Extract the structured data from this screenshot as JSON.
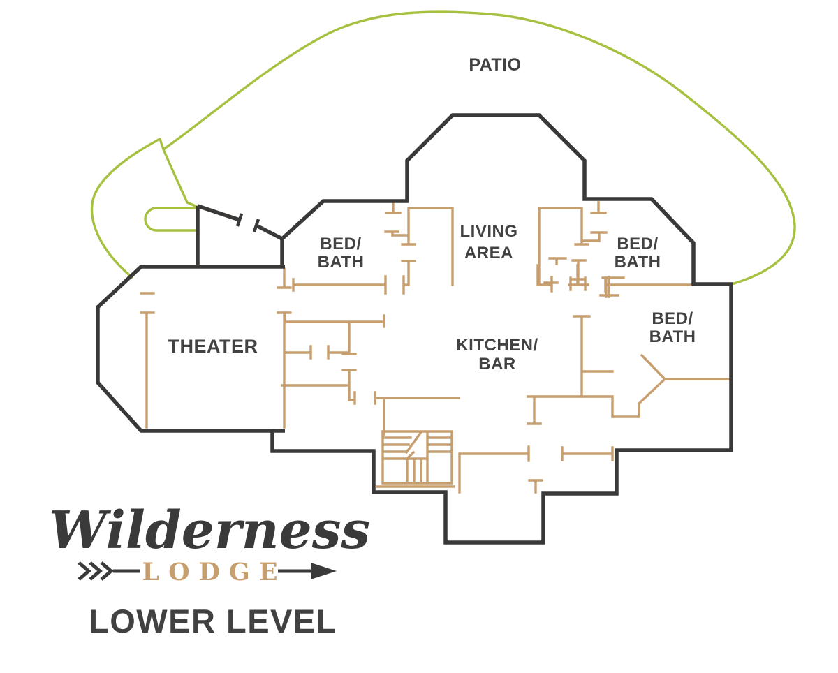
{
  "title": "Wilderness Lodge lower level floor plan",
  "colors": {
    "wall_dark": "#3a3938",
    "interior_tan": "#c79e6e",
    "patio_green": "#a6c13f",
    "label_gray": "#424242",
    "logo_tan": "#c79e6e"
  },
  "rooms": [
    {
      "id": "patio",
      "lines": [
        "PATIO"
      ]
    },
    {
      "id": "living-area",
      "lines": [
        "LIVING",
        "AREA"
      ]
    },
    {
      "id": "bed-bath-left",
      "lines": [
        "BED/",
        "BATH"
      ]
    },
    {
      "id": "bed-bath-right",
      "lines": [
        "BED/",
        "BATH"
      ]
    },
    {
      "id": "bed-bath-lower",
      "lines": [
        "BED/",
        "BATH"
      ]
    },
    {
      "id": "theater",
      "lines": [
        "THEATER"
      ]
    },
    {
      "id": "kitchen-bar",
      "lines": [
        "KITCHEN/",
        "BAR"
      ]
    }
  ],
  "logo": {
    "script": "Wilderness",
    "word": "LODGE",
    "level": "LOWER LEVEL"
  }
}
